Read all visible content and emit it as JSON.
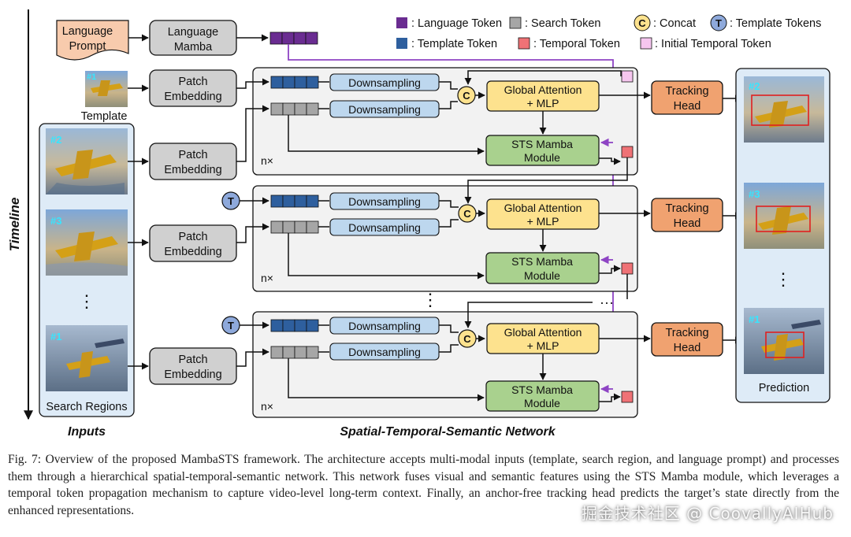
{
  "legend": {
    "language_token": ": Language Token",
    "search_token": ": Search Token",
    "concat_symbol": "C",
    "concat": ": Concat",
    "template_symbol": "T",
    "template_tokens": ": Template Tokens",
    "template_token": ": Template Token",
    "temporal_token": ": Temporal Token",
    "initial_temporal_token": ": Initial Temporal Token"
  },
  "colors": {
    "language": "#6a2c91",
    "search": "#a6a6a6",
    "template": "#2e5f9e",
    "temporal": "#ef7276",
    "initial_temporal": "#f6c6ef",
    "attention": "#fde28e",
    "sts": "#a9d18e",
    "head": "#f0a270",
    "downsample": "#bdd7ee",
    "patch": "#d0d0d0",
    "panel": "#f2f2f2",
    "inputs_bg": "#deebf7",
    "prompt": "#f8cbad"
  },
  "language_prompt": {
    "line1": "Language",
    "line2": "Prompt"
  },
  "language_mamba": {
    "line1": "Language",
    "line2": "Mamba"
  },
  "template_label": "Template",
  "patch_embedding": {
    "line1": "Patch",
    "line2": "Embedding"
  },
  "downsampling": "Downsampling",
  "global_attention": {
    "line1": "Global Attention",
    "line2": "+ MLP"
  },
  "sts_mamba": {
    "line1": "STS Mamba",
    "line2": "Module"
  },
  "tracking_head": {
    "line1": "Tracking",
    "line2": "Head"
  },
  "nx": "n×",
  "frames": {
    "f1": "#1",
    "f2": "#2",
    "f3": "#3",
    "fn": "#1"
  },
  "prediction_frames": {
    "p2": "#2",
    "p3": "#3",
    "pn": "#1"
  },
  "dots": "⋮",
  "hdots": "···",
  "search_regions": "Search Regions",
  "prediction": "Prediction",
  "timeline": "Timeline",
  "inputs": "Inputs",
  "network": "Spatial-Temporal-Semantic Network",
  "caption": "Fig. 7: Overview of the proposed MambaSTS framework. The architecture accepts multi-modal inputs (template, search region, and language prompt) and processes them through a hierarchical spatial-temporal-semantic network. This network fuses visual and semantic features using the STS Mamba module, which leverages a temporal token propagation mechanism to capture video-level long-term context. Finally, an anchor-free tracking head predicts the target’s state directly from the enhanced representations.",
  "watermark": "掘金技术社区 @ CoovallyAIHub"
}
